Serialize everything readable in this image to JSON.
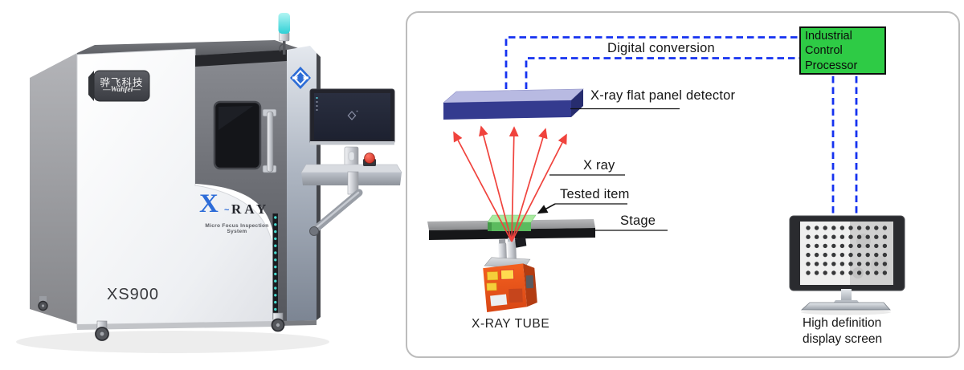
{
  "machine": {
    "badge": {
      "line1": "骅飞科技",
      "line2": "—Wahfei—"
    },
    "logo": {
      "x": "X",
      "tilde": "~",
      "ray": "RAY",
      "subtitle": "Micro Focus Inspection System"
    },
    "model": "XS900"
  },
  "diagram": {
    "processor_label": "Industrial Control Processor",
    "digital_conversion_label": "Digital conversion",
    "detector_label": "X-ray flat panel detector",
    "xray_label": "X ray",
    "tested_item_label": "Tested item",
    "stage_label": "Stage",
    "tube_label": "X-RAY TUBE",
    "display_label_line1": "High definition",
    "display_label_line2": "display screen",
    "colors": {
      "connection_blue": "#1532f0",
      "processor_green": "#2ecb45",
      "xray_red": "#f0433d",
      "detector_front_blue": "#343b8f",
      "detector_top_lavender": "#b8bae2",
      "tested_item_green": "#5bbb5e",
      "stage_dark": "#161719",
      "tube_orange": "#e8542a"
    }
  }
}
